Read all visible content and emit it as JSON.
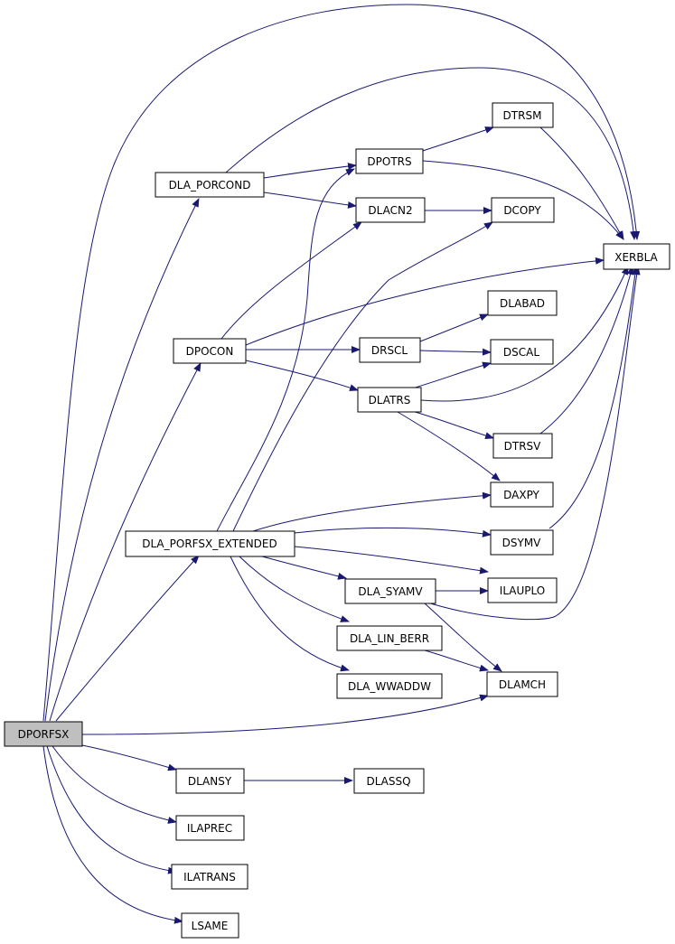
{
  "graph": {
    "edge_color": "#191970",
    "root_fill": "#bfbfbf",
    "nodes": {
      "dporfsx": "DPORFSX",
      "dla_porcond": "DLA_PORCOND",
      "dpocon": "DPOCON",
      "dla_porfsx_extended": "DLA_PORFSX_EXTENDED",
      "dlansy": "DLANSY",
      "ilaprec": "ILAPREC",
      "ilatrans": "ILATRANS",
      "lsame": "LSAME",
      "dpotrs": "DPOTRS",
      "dlacn2": "DLACN2",
      "drscl": "DRSCL",
      "dlatrs": "DLATRS",
      "dla_syamv": "DLA_SYAMV",
      "dla_lin_berr": "DLA_LIN_BERR",
      "dla_wwaddw": "DLA_WWADDW",
      "dlassq": "DLASSQ",
      "dtrsm": "DTRSM",
      "dcopy": "DCOPY",
      "dlabad": "DLABAD",
      "dscal": "DSCAL",
      "dtrsv": "DTRSV",
      "daxpy": "DAXPY",
      "dsymv": "DSYMV",
      "ilauplo": "ILAUPLO",
      "dlamch": "DLAMCH",
      "xerbla": "XERBLA"
    }
  }
}
